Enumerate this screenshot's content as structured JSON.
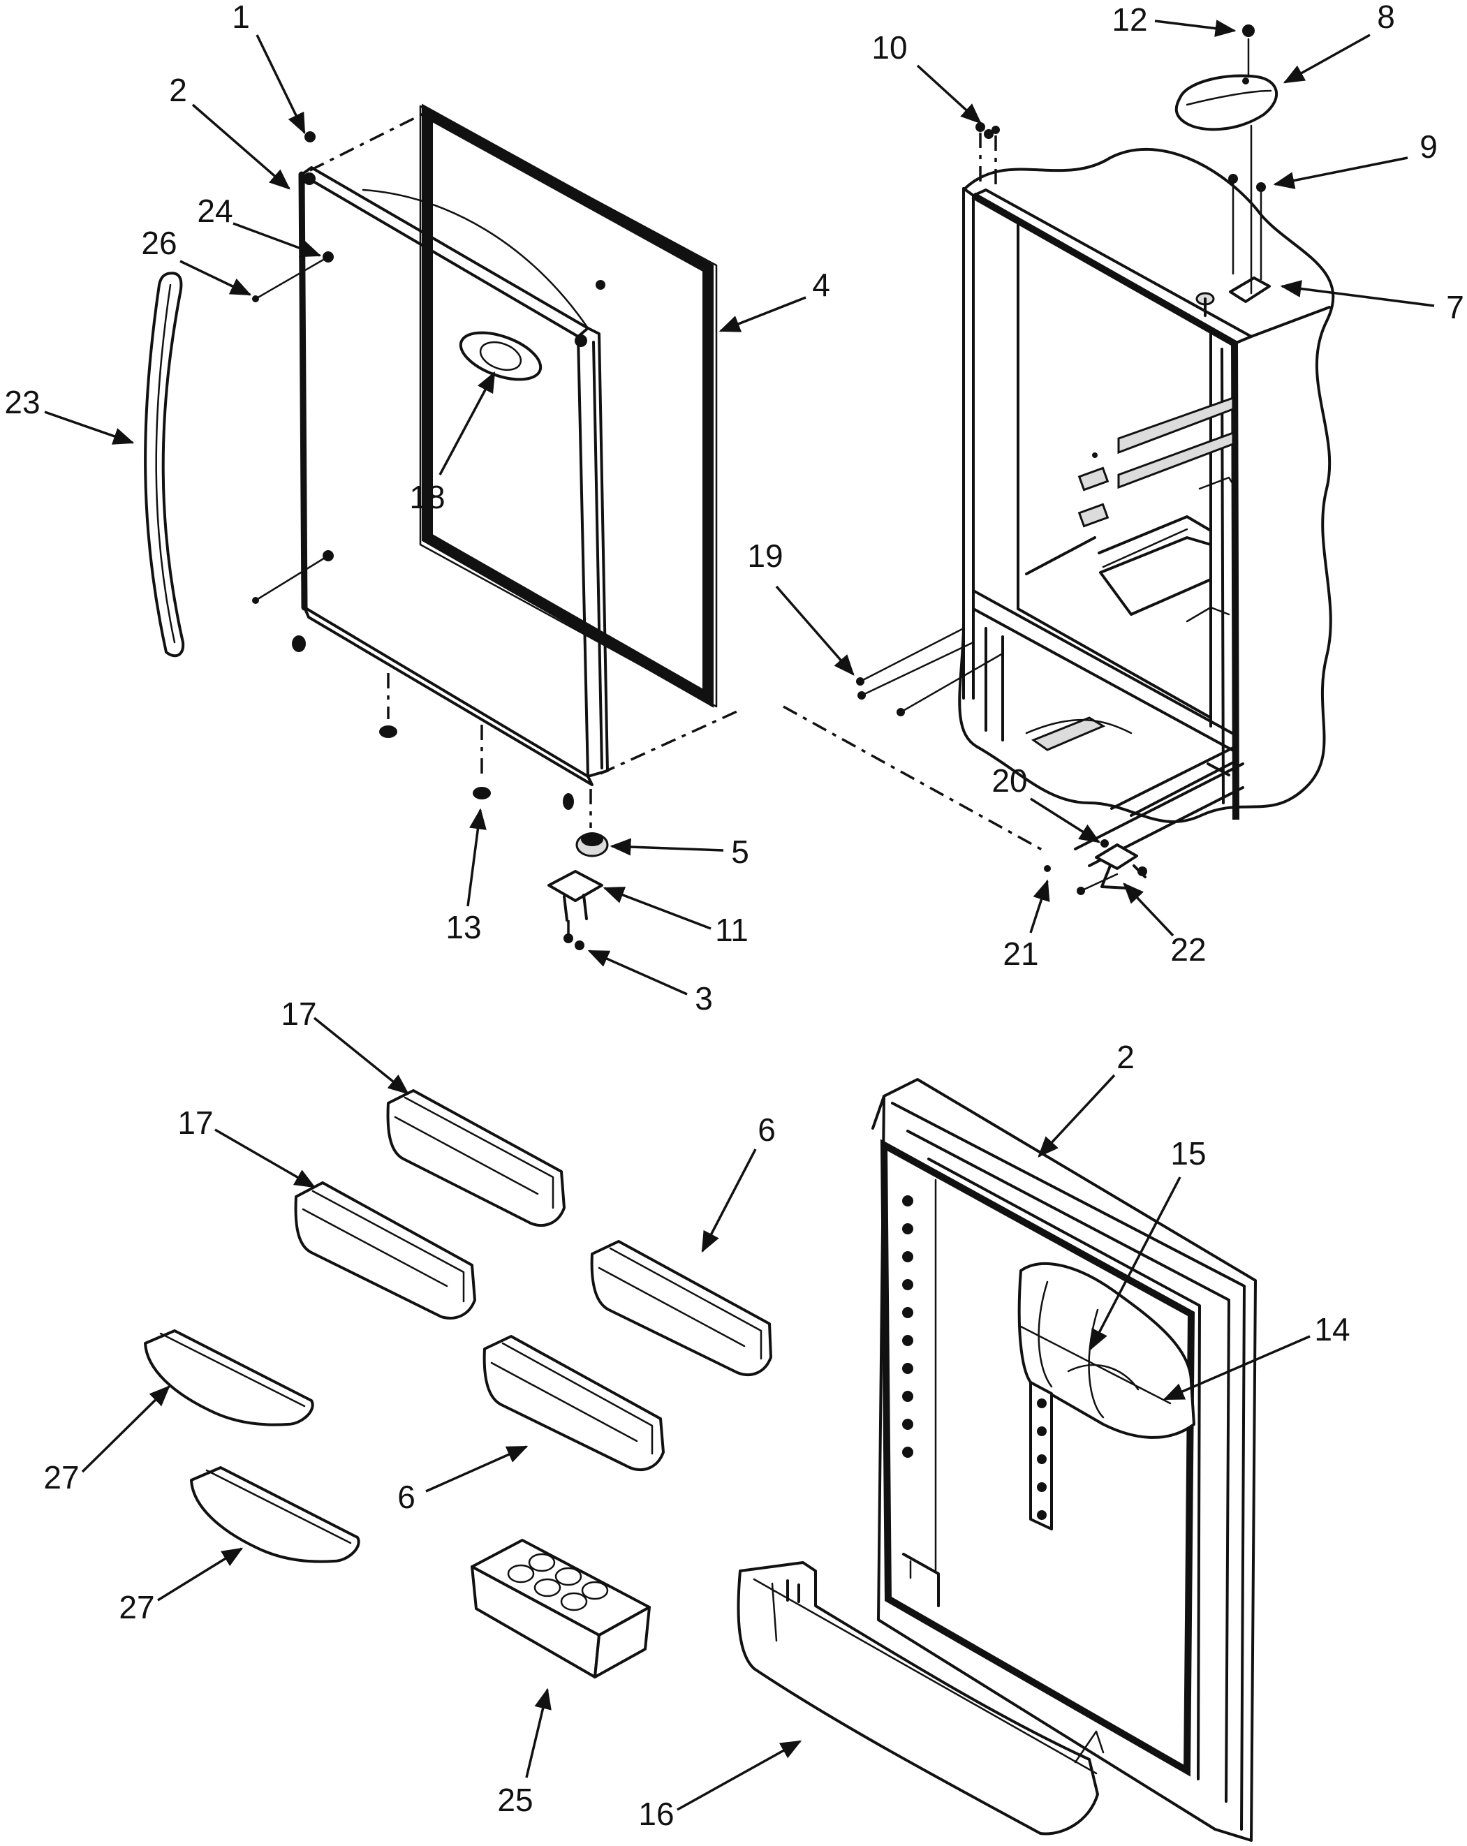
{
  "callouts": [
    {
      "id": "c1",
      "text": "1"
    },
    {
      "id": "c2a",
      "text": "2"
    },
    {
      "id": "c2b",
      "text": "2"
    },
    {
      "id": "c3",
      "text": "3"
    },
    {
      "id": "c4",
      "text": "4"
    },
    {
      "id": "c5",
      "text": "5"
    },
    {
      "id": "c6a",
      "text": "6"
    },
    {
      "id": "c6b",
      "text": "6"
    },
    {
      "id": "c7",
      "text": "7"
    },
    {
      "id": "c8",
      "text": "8"
    },
    {
      "id": "c9",
      "text": "9"
    },
    {
      "id": "c10",
      "text": "10"
    },
    {
      "id": "c11",
      "text": "11"
    },
    {
      "id": "c12",
      "text": "12"
    },
    {
      "id": "c13",
      "text": "13"
    },
    {
      "id": "c14",
      "text": "14"
    },
    {
      "id": "c15",
      "text": "15"
    },
    {
      "id": "c16",
      "text": "16"
    },
    {
      "id": "c17a",
      "text": "17"
    },
    {
      "id": "c17b",
      "text": "17"
    },
    {
      "id": "c18",
      "text": "18"
    },
    {
      "id": "c19",
      "text": "19"
    },
    {
      "id": "c20",
      "text": "20"
    },
    {
      "id": "c21",
      "text": "21"
    },
    {
      "id": "c22",
      "text": "22"
    },
    {
      "id": "c23",
      "text": "23"
    },
    {
      "id": "c24",
      "text": "24"
    },
    {
      "id": "c25",
      "text": "25"
    },
    {
      "id": "c26",
      "text": "26"
    },
    {
      "id": "c27a",
      "text": "27"
    },
    {
      "id": "c27b",
      "text": "27"
    }
  ]
}
